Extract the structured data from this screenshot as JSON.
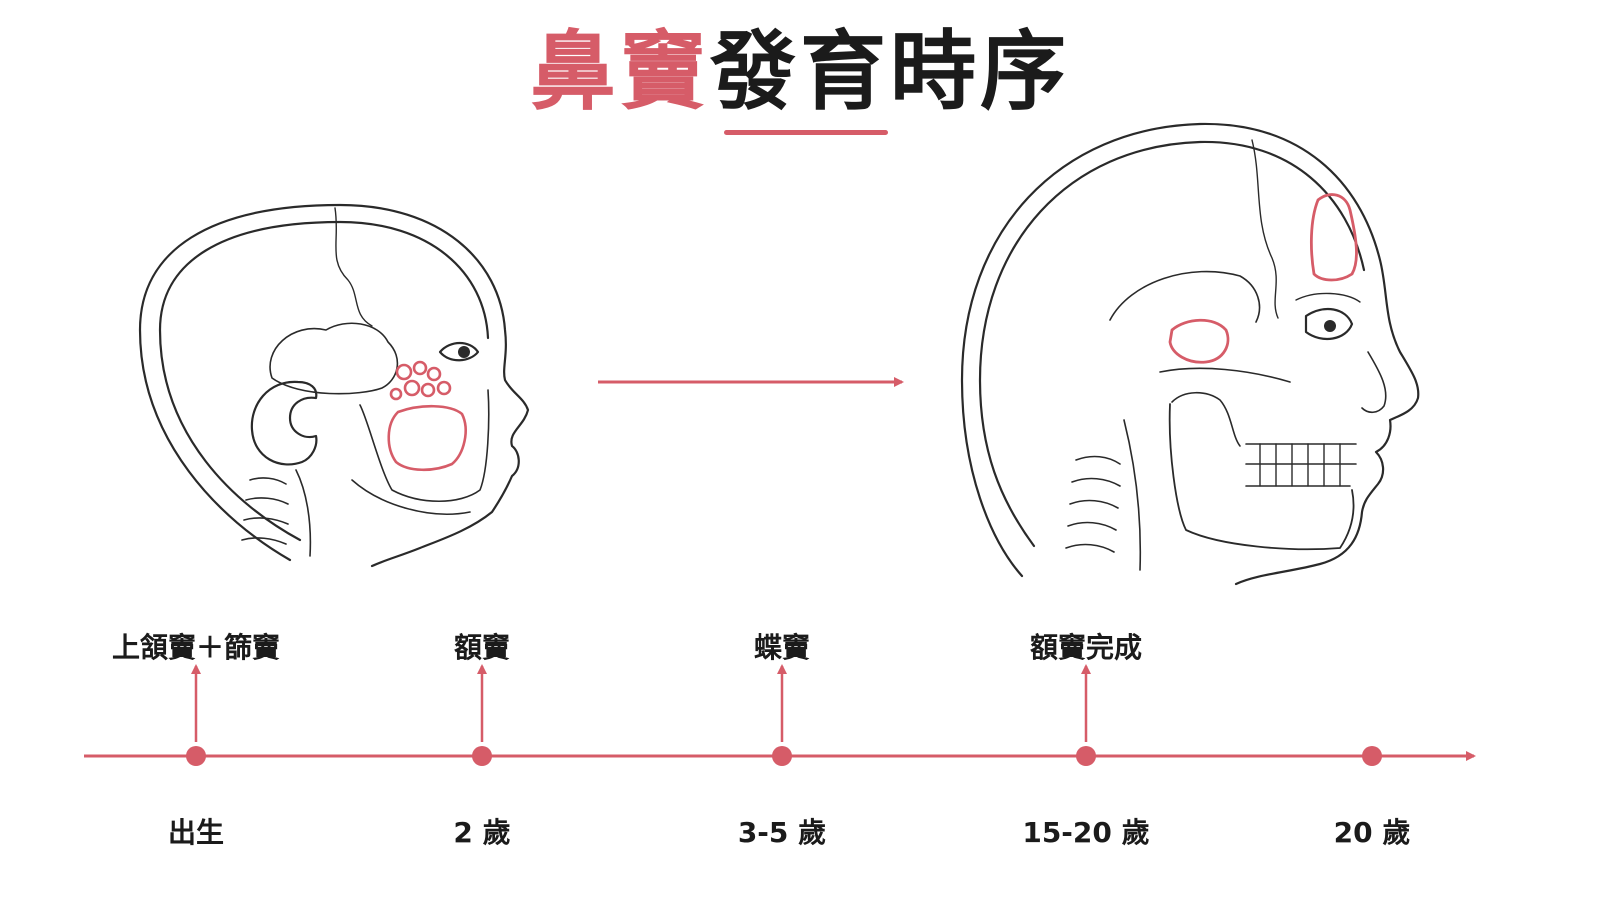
{
  "title": {
    "highlight": "鼻竇",
    "rest": "發育時序"
  },
  "colors": {
    "accent": "#d65c68",
    "text": "#1b1b1b",
    "line_art": "#2a2a2a"
  },
  "illustrations": {
    "left": "infant-skull-icon",
    "right": "adult-skull-icon",
    "arrow": "arrow-right-icon"
  },
  "timeline": {
    "events": [
      "上頷竇＋篩竇",
      "額竇",
      "蝶竇",
      "額竇完成"
    ],
    "ages": [
      "出生",
      "2 歲",
      "3-5 歲",
      "15-20 歲",
      "20 歲"
    ]
  }
}
